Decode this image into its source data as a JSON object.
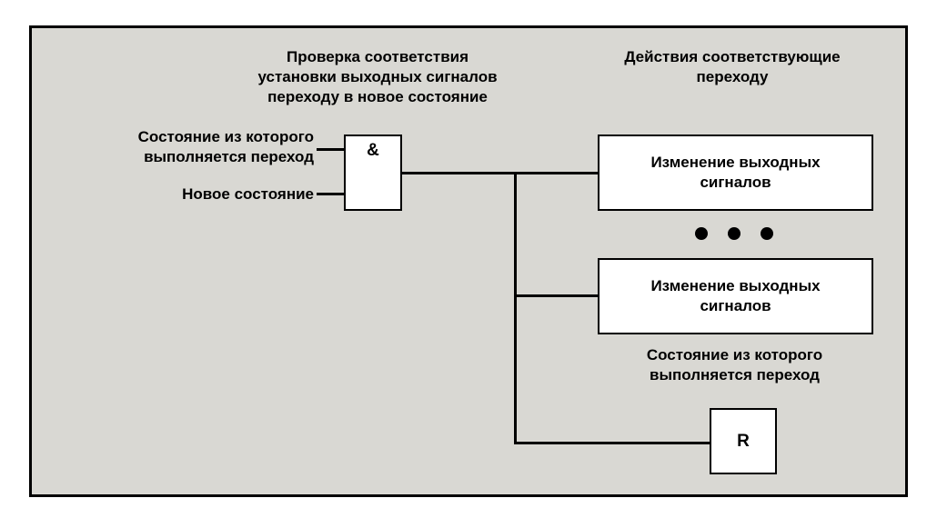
{
  "diagram": {
    "left_title": "Проверка соответствия\nустановки выходных сигналов\nпереходу в новое состояние",
    "right_title": "Действия соответствующие\nпереходу",
    "input1_label": "Состояние из которого\nвыполняется переход",
    "input2_label": "Новое состояние",
    "and_gate_label": "&",
    "action_box1_label": "Изменение выходных\nсигналов",
    "action_box2_label": "Изменение выходных\nсигналов",
    "reset_state_label": "Состояние из которого\nвыполняется переход",
    "reset_box_label": "R",
    "colors": {
      "frame_fill": "#d9d8d3",
      "frame_border": "#000000",
      "box_fill": "#ffffff",
      "line": "#000000",
      "text": "#000000"
    }
  }
}
